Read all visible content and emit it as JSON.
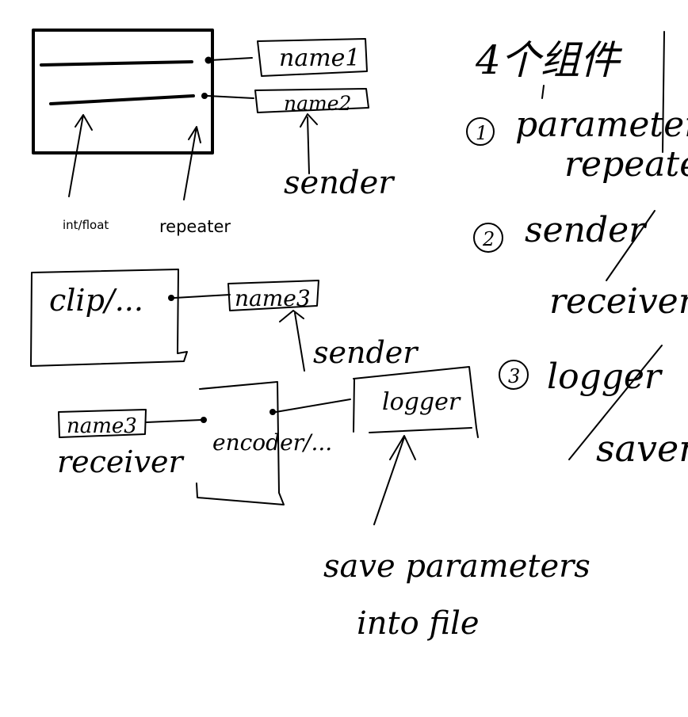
{
  "diagram": {
    "typed_labels": {
      "int_float": "int/float",
      "repeater": "repeater"
    },
    "top_block": {
      "output_1": "name1",
      "output_2": "name2",
      "sender": "sender"
    },
    "clip_block": {
      "label": "clip/...",
      "output": "name3",
      "sender": "sender"
    },
    "receiver_block": {
      "input": "name3",
      "receiver": "receiver",
      "encoder": "encoder/...",
      "logger": "logger",
      "logger_note_line1": "save parameters",
      "logger_note_line2": "into file"
    },
    "notes": {
      "heading": "4个组件",
      "item_1_number": "1",
      "item_1_line1": "parameter",
      "item_1_line2": "repeater",
      "item_2_number": "2",
      "item_2_line1": "sender",
      "item_2_line2": "receiver",
      "item_3_number": "3",
      "item_3_line1": "logger",
      "item_3_line2": "saver"
    }
  }
}
